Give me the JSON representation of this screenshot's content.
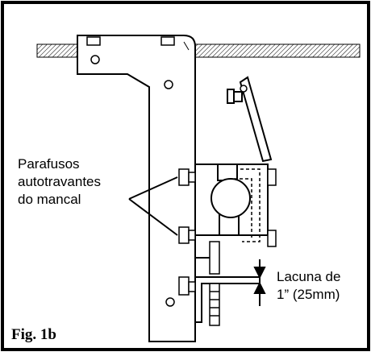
{
  "labels": {
    "bolts_line1": "Parafusos",
    "bolts_line2": "autotravantes",
    "bolts_line3": "do mancal",
    "gap_line1": "Lacuna de",
    "gap_line2": "1” (25mm)"
  },
  "caption": "Fig. 1b"
}
